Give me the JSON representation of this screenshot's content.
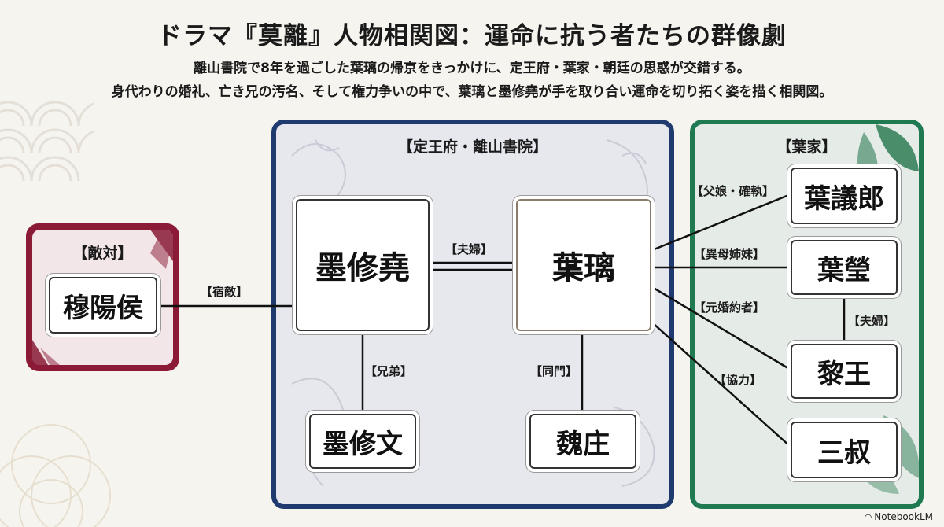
{
  "title": "ドラマ『莫離』人物相関図：運命に抗う者たちの群像劇",
  "subtitle": [
    "離山書院で8年を過ごした葉璃の帰京をきっかけに、定王府・葉家・朝廷の思惑が交錯する。",
    "身代わりの婚礼、亡き兄の汚名、そして権力争いの中で、葉璃と墨修堯が手を取り合い運命を切り拓く姿を描く相関図。"
  ],
  "groups": {
    "enemy": {
      "label": "【敵対】",
      "color": "#8a1a36"
    },
    "main": {
      "label": "【定王府・離山書院】",
      "color": "#1e3a6e"
    },
    "ye": {
      "label": "【葉家】",
      "color": "#1f7a52"
    }
  },
  "characters": {
    "mu": "穆陽侯",
    "mo_xiuyao": "墨修堯",
    "ye_li": "葉璃",
    "mo_xiuwen": "墨修文",
    "wei_zhuang": "魏庄",
    "ye_yilang": "葉議郎",
    "ye_ying": "葉瑩",
    "li_wang": "黎王",
    "san_shu": "三叔"
  },
  "relations": {
    "enemy": "【宿敵】",
    "couple_main": "【夫婦】",
    "brothers": "【兄弟】",
    "classmates": "【同門】",
    "father": "【父娘・確執】",
    "half_sisters": "【異母姉妹】",
    "ex_fiance": "【元婚約者】",
    "couple_ye": "【夫婦】",
    "cooperation": "【協力】"
  },
  "brand": "NotebookLM"
}
